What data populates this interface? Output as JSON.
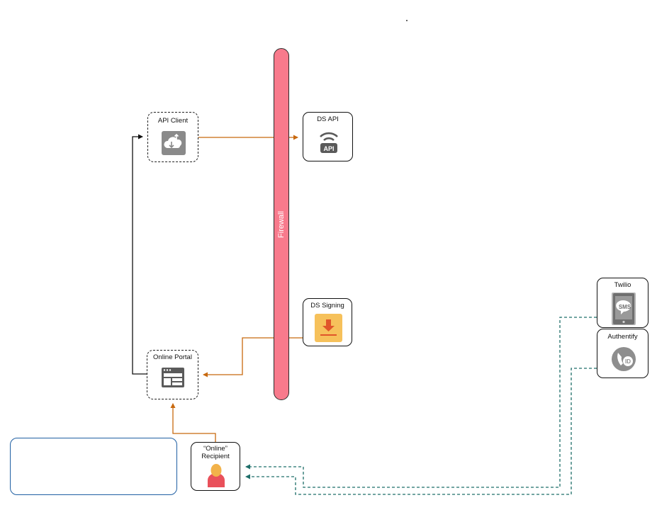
{
  "firewall": {
    "label": "Firewall"
  },
  "nodes": {
    "api_client": {
      "label": "API Client",
      "icon": "cloud-transfer-icon"
    },
    "ds_api": {
      "label": "DS API",
      "icon": "api-wifi-icon",
      "icon_text": "API"
    },
    "ds_signing": {
      "label": "DS Signing",
      "icon": "download-signing-icon"
    },
    "online_portal": {
      "label": "Online Portal",
      "icon": "browser-window-icon"
    },
    "online_recipient": {
      "label_line1": "“Online”",
      "label_line2": "Recipient",
      "icon": "person-icon"
    },
    "twilio": {
      "label": "Twilio",
      "icon": "sms-phone-icon",
      "icon_text": "SMS"
    },
    "authentify": {
      "label": "Authentify",
      "icon": "phone-id-icon",
      "icon_text": "ID"
    }
  },
  "colors": {
    "firewall": "#f87a8c",
    "orange_connector": "#c8690f",
    "teal_connector": "#1f6f6a",
    "black_connector": "#111111",
    "note_border": "#1f5fa3",
    "signing_icon_bg": "#f6c15b",
    "signing_icon_arrow": "#e0552a",
    "icon_gray": "#5a5a5a",
    "person_body": "#e9505a",
    "person_head": "#f2b24a"
  }
}
